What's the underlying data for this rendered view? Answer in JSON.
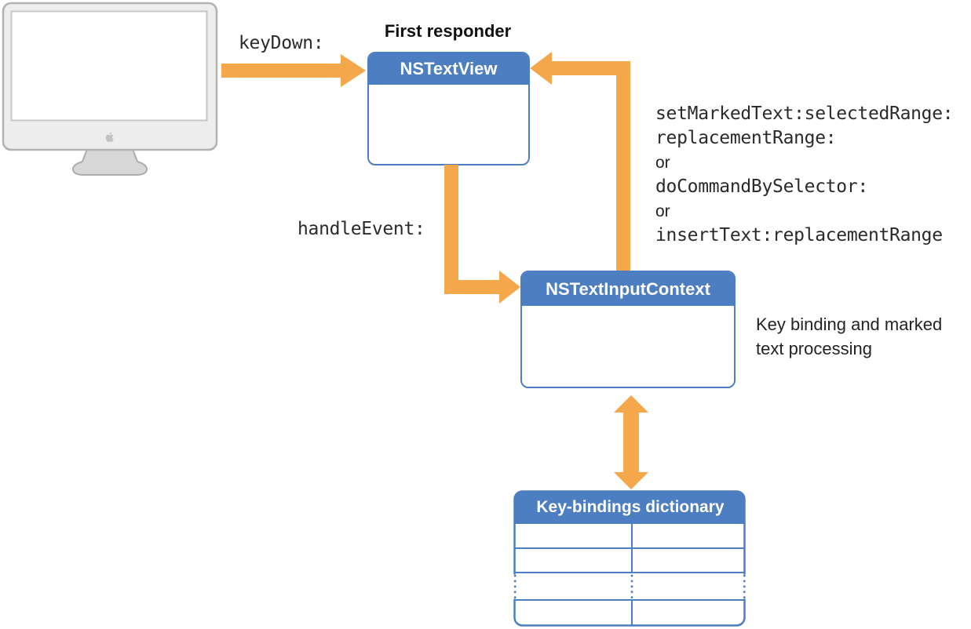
{
  "colors": {
    "accent_orange": "#F4A74B",
    "box_blue": "#4C7EC1",
    "text_dark": "#232323"
  },
  "monitor": {
    "icon": "imac-computer",
    "logo": "apple-logo"
  },
  "flow": {
    "keydown_label": "keyDown:",
    "first_responder_caption": "First responder",
    "textview_title": "NSTextView",
    "handle_event_label": "handleEvent:",
    "callback_lines": [
      {
        "text": "setMarkedText:selectedRange:",
        "style": "mono"
      },
      {
        "text": "replacementRange:",
        "style": "mono"
      },
      {
        "text": "or",
        "style": "sans"
      },
      {
        "text": "doCommandBySelector:",
        "style": "mono"
      },
      {
        "text": "or",
        "style": "sans"
      },
      {
        "text": "insertText:replacementRange",
        "style": "mono"
      }
    ],
    "inputcontext_title": "NSTextInputContext",
    "inputcontext_note": [
      "Key binding and marked",
      "text processing"
    ],
    "keybindings_title": "Key-bindings dictionary"
  }
}
